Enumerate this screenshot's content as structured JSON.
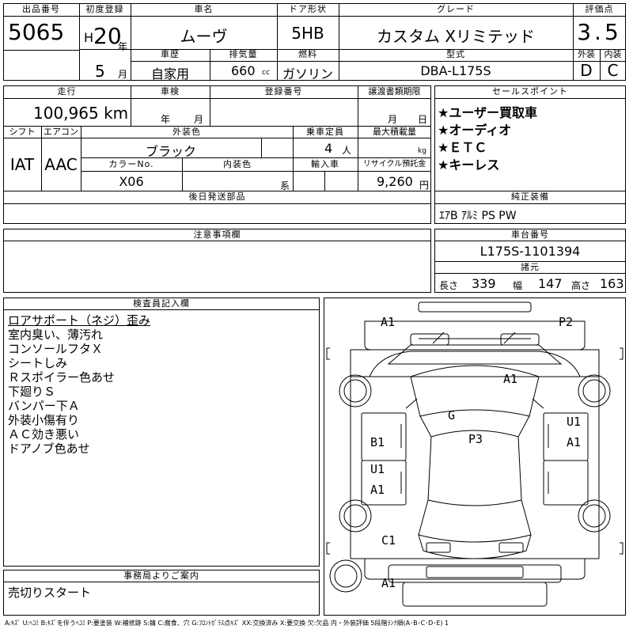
{
  "header": {
    "lot_no_label": "出品番号",
    "lot_no": "5065",
    "first_reg_label": "初度登録",
    "era": "H",
    "year": "20",
    "year_unit": "年",
    "month": "5",
    "month_unit": "月",
    "car_name_label": "車名",
    "car_name": "ムーヴ",
    "door_label": "ドア形状",
    "door": "5HB",
    "grade_label": "グレード",
    "grade": "カスタム Xリミテッド",
    "score_label": "評価点",
    "score": "3.5",
    "history_label": "車歴",
    "history": "自家用",
    "displacement_label": "排気量",
    "displacement": "660",
    "displacement_unit": "cc",
    "fuel_label": "燃料",
    "fuel": "ガソリン",
    "model_label": "型式",
    "model": "DBA-L175S",
    "exterior_label": "外装",
    "exterior": "D",
    "interior_label": "内装",
    "interior": "C"
  },
  "row2": {
    "mileage_label": "走行",
    "mileage": "100,965 km",
    "inspection_label": "車検",
    "insp_year_unit": "年",
    "insp_month_unit": "月",
    "regno_label": "登録番号",
    "transfer_label": "譲渡書類期限",
    "transfer_month_unit": "月",
    "transfer_day_unit": "日",
    "shift_label": "シフト",
    "shift": "IAT",
    "ac_label": "エアコン",
    "ac": "AAC",
    "color_label": "外装色",
    "color": "ブラック",
    "capacity_label": "乗車定員",
    "capacity": "4",
    "capacity_unit": "人",
    "load_label": "最大積載量",
    "load_unit": "kg",
    "colorno_label": "カラーNo.",
    "colorno": "X06",
    "int_color_label": "内装色",
    "int_color_unit": "系",
    "import_label": "輸入車",
    "recycle_label": "リサイクル預託金",
    "recycle": "9,260",
    "recycle_unit": "円",
    "later_label": "後日発送部品"
  },
  "sales": {
    "label": "セールスポイント",
    "points": [
      "★ユーザー買取車",
      "★オーディオ",
      "★ＥＴＣ",
      "★キーレス"
    ]
  },
  "genuine": {
    "label": "純正装備",
    "value": "ｴｱB ｱﾙﾐ PS PW"
  },
  "caution": {
    "label": "注意事項欄"
  },
  "chassis": {
    "label": "車台番号",
    "value": "L175S-1101394",
    "spec_label": "諸元",
    "length_label": "長さ",
    "length": "339",
    "width_label": "幅",
    "width": "147",
    "height_label": "高さ",
    "height": "163"
  },
  "inspector": {
    "label": "検査員記入欄",
    "notes": [
      "ロアサポート（ネジ）歪み",
      "室内臭い、薄汚れ",
      "コンソールフタＸ",
      "シートしみ",
      "Ｒスポイラー色あせ",
      "下廻りＳ",
      "バンパー下Ａ",
      "外装小傷有り",
      "ＡＣ効き悪い",
      "ドアノブ色あせ"
    ]
  },
  "office": {
    "label": "事務局よりご案内",
    "text": "売切りスタート"
  },
  "diagram": {
    "marks": {
      "front_left": "A1",
      "front_right": "P2",
      "hood": "A1",
      "windshield": "G",
      "roof": "P3",
      "left_front_door": "B1",
      "left_rear_door_1": "U1",
      "left_rear_door_2": "A1",
      "right_front_door_1": "U1",
      "right_front_door_2": "A1",
      "rear_left": "C1",
      "rear_bumper": "A1"
    }
  },
  "legend": "A:ｷｽﾞ U:ﾍｺﾐ B:ｷｽﾞを伴うﾍｺﾐ P:要塗装 W:補修跡 S:錆 C:腐食、穴 G:ﾌﾛﾝﾄｶﾞﾗｽ点ｷｽﾞ XX:交換済み X:要交換 欠:欠品 内・外装評価 5段階ﾗﾝｸ順(A･B･C･D･E) 1"
}
